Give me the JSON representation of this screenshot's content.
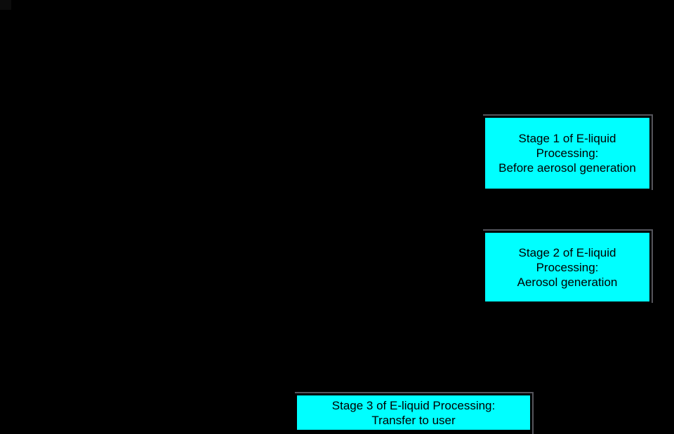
{
  "canvas": {
    "background": "#000000"
  },
  "artifacts": {
    "corner_square_color": "#0c0c0c"
  },
  "palette": {
    "node_fill": "#00ffff",
    "node_outline": "#55555c",
    "node_text": "#000000"
  },
  "diagram": {
    "nodes": [
      {
        "id": "stage-1",
        "lines": [
          "Stage 1 of E-liquid",
          "Processing:",
          "Before aerosol generation"
        ]
      },
      {
        "id": "stage-2",
        "lines": [
          "Stage 2 of E-liquid",
          "Processing:",
          "Aerosol generation"
        ]
      },
      {
        "id": "stage-3",
        "lines": [
          "Stage 3 of E-liquid Processing:",
          "Transfer to user"
        ]
      }
    ]
  }
}
